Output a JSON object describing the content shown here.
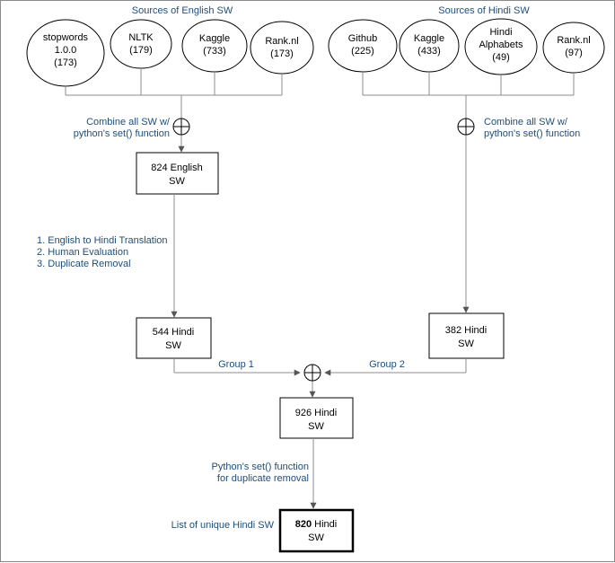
{
  "english_sources": {
    "title": "Sources of English SW",
    "items": [
      {
        "lines": [
          "stopwords",
          "1.0.0",
          "(173)"
        ]
      },
      {
        "lines": [
          "NLTK",
          "(179)"
        ]
      },
      {
        "lines": [
          "Kaggle",
          "(733)"
        ]
      },
      {
        "lines": [
          "Rank.nl",
          "(173)"
        ]
      }
    ]
  },
  "hindi_sources": {
    "title": "Sources of Hindi SW",
    "items": [
      {
        "lines": [
          "Github",
          "(225)"
        ]
      },
      {
        "lines": [
          "Kaggle",
          "(433)"
        ]
      },
      {
        "lines": [
          "Hindi",
          "Alphabets",
          "(49)"
        ]
      },
      {
        "lines": [
          "Rank.nl",
          "(97)"
        ]
      }
    ]
  },
  "combine_label": [
    "Combine all SW w/",
    "python's set() function"
  ],
  "english_total": [
    "824 English",
    "SW"
  ],
  "steps": [
    "1.   English to Hindi Translation",
    "2.   Human Evaluation",
    "3.   Duplicate Removal"
  ],
  "hindi_group1": [
    "544 Hindi",
    "SW"
  ],
  "hindi_group2": [
    "382 Hindi",
    "SW"
  ],
  "group1_label": "Group 1",
  "group2_label": "Group 2",
  "combined_total": [
    "926 Hindi",
    "SW"
  ],
  "dedupe_label": [
    "Python's set() function",
    "for duplicate removal"
  ],
  "final_label": "List of unique Hindi SW",
  "final_total": {
    "number": "820",
    "rest": " Hindi",
    "line2": "SW"
  }
}
